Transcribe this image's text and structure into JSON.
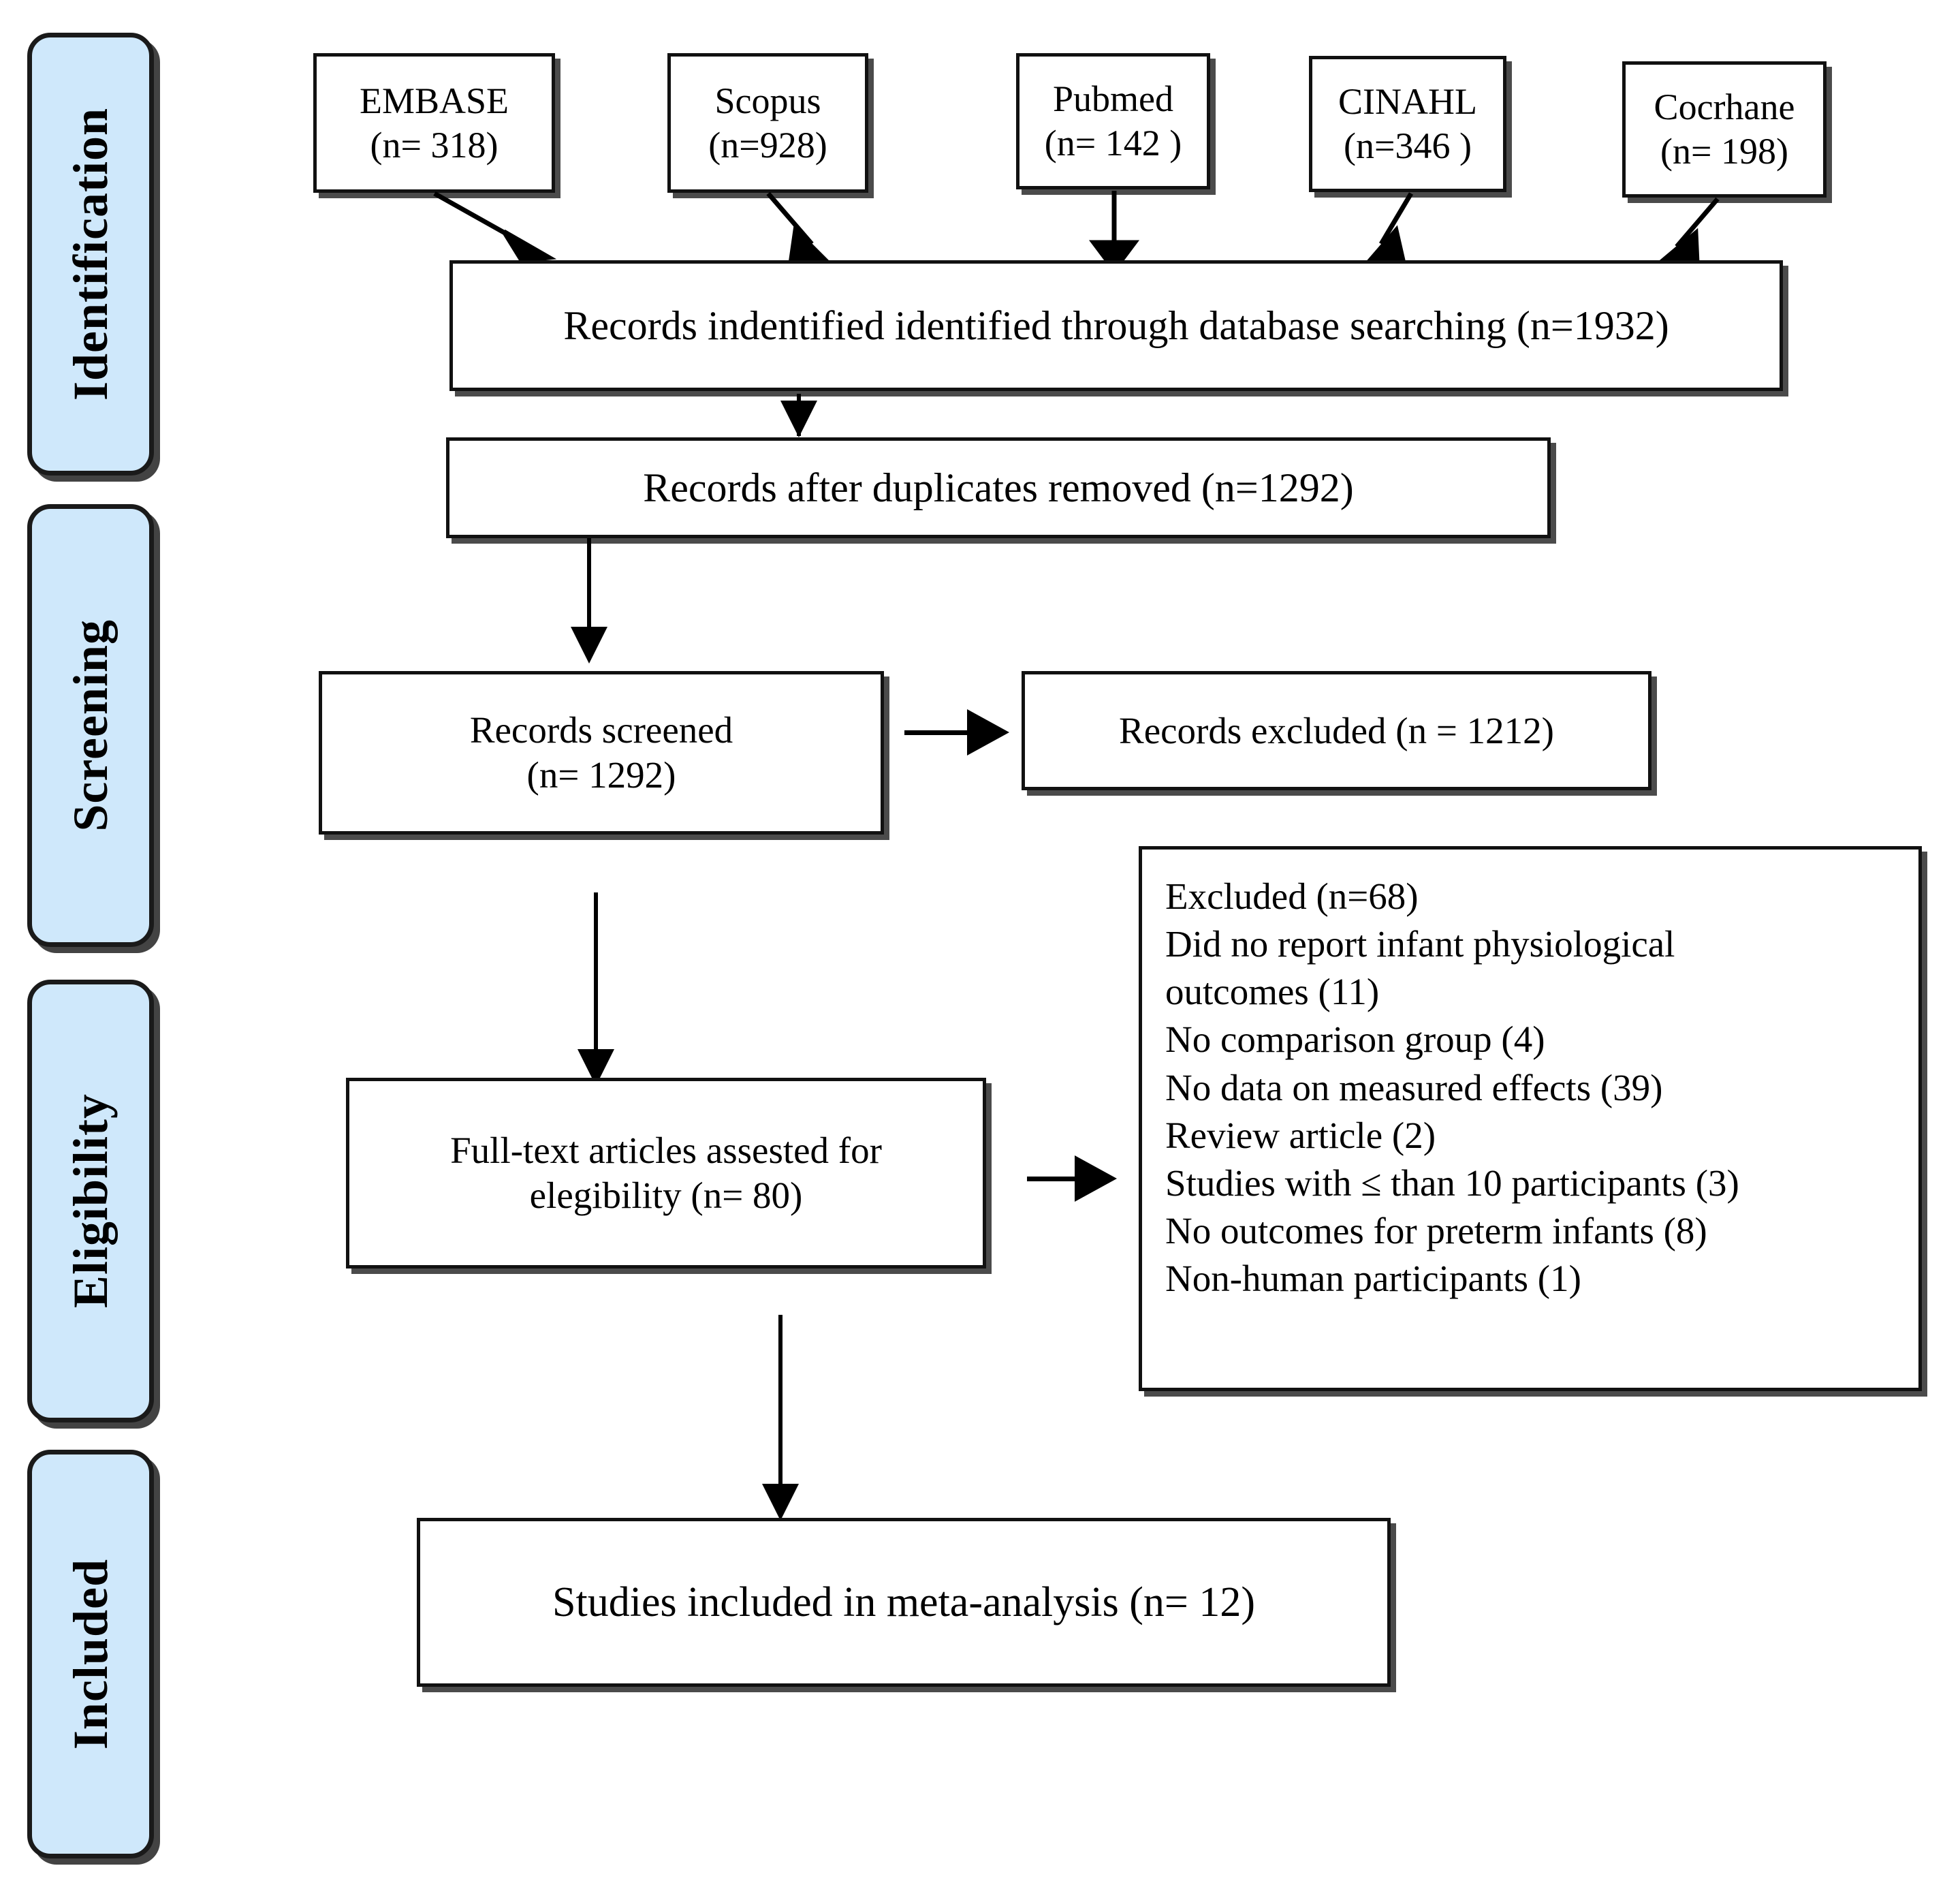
{
  "diagram": {
    "title": "PRISMA flow diagram",
    "accent_blue": "#cfe8fb",
    "line_color": "#000000"
  },
  "stages": [
    {
      "label": "Identification"
    },
    {
      "label": "Screening"
    },
    {
      "label": "Eligibility"
    },
    {
      "label": "Included"
    }
  ],
  "sources": [
    {
      "name": "EMBASE",
      "count": "(n= 318)"
    },
    {
      "name": "Scopus",
      "count": "(n=928)"
    },
    {
      "name": "Pubmed",
      "count": "(n= 142 )"
    },
    {
      "name": "CINAHL",
      "count": "(n=346 )"
    },
    {
      "name": "Cocrhane",
      "count": "(n= 198)"
    }
  ],
  "flow": {
    "identified": "Records indentified identified through database searching (n=1932)",
    "after_duplicates": "Records after duplicates removed (n=1292)",
    "screened_line1": "Records screened",
    "screened_line2": "(n= 1292)",
    "records_excluded": "Records excluded (n = 1212)",
    "fulltext_line1": "Full-text articles assested for",
    "fulltext_line2": "elegibility  (n= 80)",
    "included": "Studies included in meta-analysis (n= 12)"
  },
  "exclusions": {
    "heading": "Excluded (n=68)",
    "reasons": [
      "Did no report infant physiological",
      "outcomes (11)",
      "No comparison group (4)",
      "No data on measured effects (39)",
      "Review article (2)",
      "Studies with ≤ than 10 participants (3)",
      "No outcomes for preterm infants (8)",
      "Non-human participants (1)"
    ]
  }
}
